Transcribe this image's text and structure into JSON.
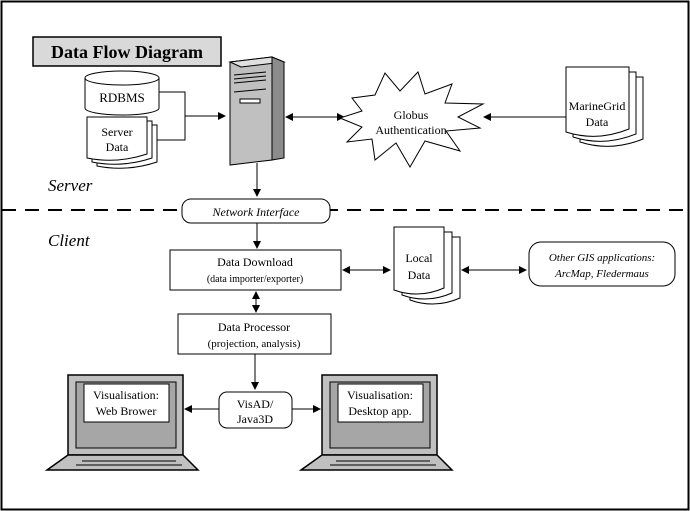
{
  "title": "Data Flow Diagram",
  "sections": {
    "server": "Server",
    "client": "Client"
  },
  "nodes": {
    "rdbms": "RDBMS",
    "server_data": [
      "Server",
      "Data"
    ],
    "globus": [
      "Globus",
      "Authentication"
    ],
    "marinegrid": [
      "MarineGrid",
      "Data"
    ],
    "network_interface": "Network Interface",
    "data_download": [
      "Data Download",
      "(data importer/exporter)"
    ],
    "local_data": [
      "Local",
      "Data"
    ],
    "other_gis": [
      "Other GIS applications:",
      "ArcMap, Fledermaus"
    ],
    "data_processor": [
      "Data Processor",
      "(projection, analysis)"
    ],
    "visad": [
      "VisAD/",
      "Java3D"
    ],
    "vis_web": [
      "Visualisation:",
      "Web Brower"
    ],
    "vis_desktop": [
      "Visualisation:",
      "Desktop app."
    ]
  },
  "colors": {
    "stroke": "#000000",
    "gray": "#c0c0c0",
    "title_bg": "#d9d9d9",
    "screen": "#a6a6a6"
  }
}
